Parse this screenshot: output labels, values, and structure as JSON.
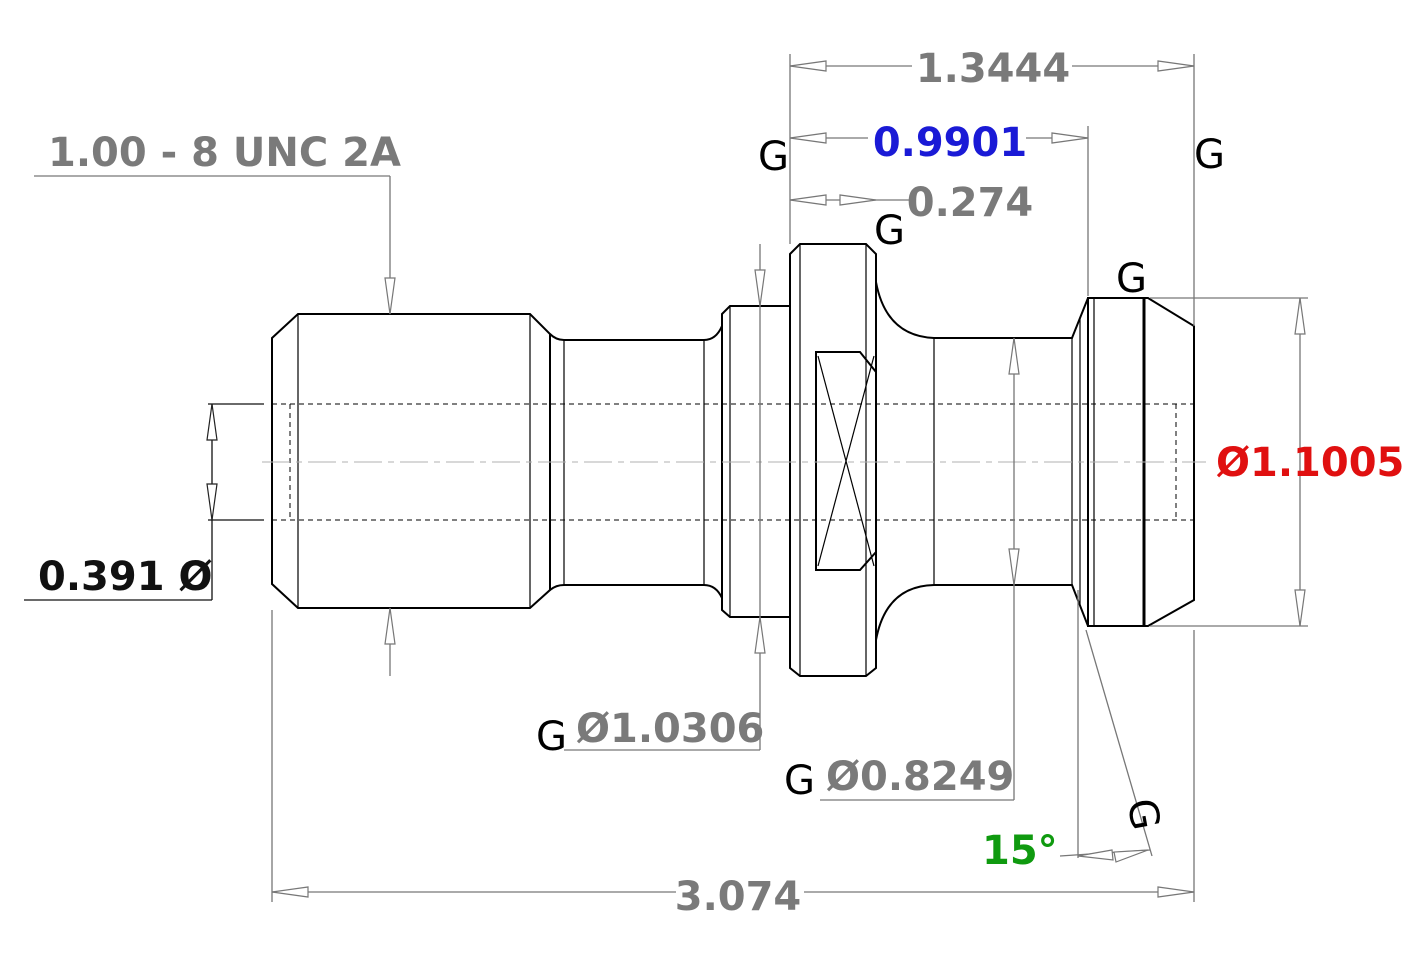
{
  "drawing": {
    "dimensions": {
      "thread": "1.00 - 8 UNC 2A",
      "overall_length": "3.074",
      "length_1_3444": "1.3444",
      "length_0_9901": "0.9901",
      "length_0_274": "0.274",
      "bore_dia": "0.391 Ø",
      "flange_dia": "Ø1.0306",
      "neck_dia": "Ø0.8249",
      "head_dia": "Ø1.1005",
      "angle": "15°"
    },
    "gd_symbol": "G",
    "colors": {
      "default_dim": "#7a7a7a",
      "dark_dim": "#111111",
      "highlight_blue": "#1a1ad6",
      "highlight_red": "#e01010",
      "highlight_green": "#0f9a0f"
    }
  }
}
